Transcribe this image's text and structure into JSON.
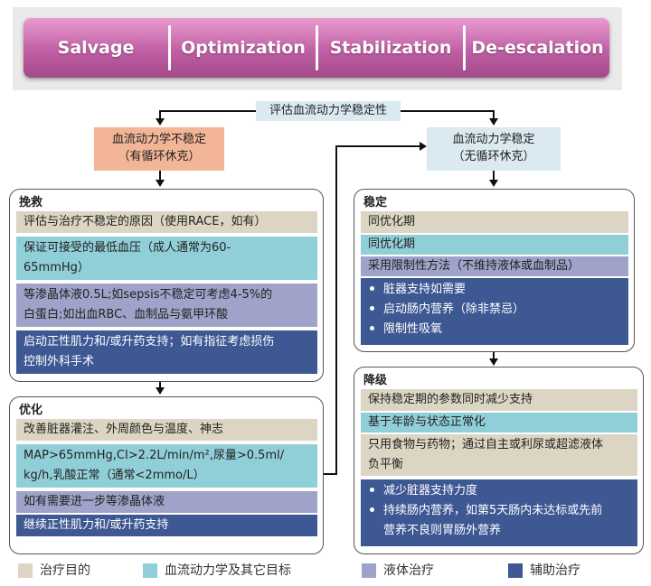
{
  "phases": [
    "Salvage",
    "Optimization",
    "Stabilization",
    "De-escalation"
  ],
  "assess": "评估血流动力学稳定性",
  "unstable": {
    "line1": "血流动力学不稳定",
    "line2": "（有循环休克）"
  },
  "stable": {
    "line1": "血流动力学稳定",
    "line2": "（无循环休克）"
  },
  "salvage": {
    "title": "挽救",
    "goal": "评估与治疗不稳定的原因（使用RACE，如有）",
    "hemo_l1": "保证可接受的最低血压（成人通常为60-",
    "hemo_l2": "65mmHg）",
    "fluid_l1": "等渗晶体液0.5L;如sepsis不稳定可考虑4-5%的",
    "fluid_l2": "白蛋白;如出血RBC、血制品与氨甲环酸",
    "adj_l1": "启动正性肌力和/或升药支持；如有指征考虑损伤",
    "adj_l2": "控制外科手术"
  },
  "optimization": {
    "title": "优化",
    "goal": "改善脏器灌注、外周颜色与温度、神志",
    "hemo_l1": "MAP>65mmHg,CI>2.2L/min/m²,尿量>0.5ml/",
    "hemo_l2": "kg/h,乳酸正常（通常<2mmo/L）",
    "fluid": "如有需要进一步等渗晶体液",
    "adj": "继续正性肌力和/或升药支持"
  },
  "stabilization": {
    "title": "稳定",
    "goal": "同优化期",
    "hemo": "同优化期",
    "fluid": "采用限制性方法（不维持液体或血制品）",
    "bullets": [
      "脏器支持如需要",
      "启动肠内营养（除非禁忌）",
      "限制性吸氧"
    ]
  },
  "deescalation": {
    "title": "降级",
    "goal": "保持稳定期的参数同时减少支持",
    "hemo": "基于年龄与状态正常化",
    "fluid_l1": "只用食物与药物；通过自主或利尿或超滤液体",
    "fluid_l2": "负平衡",
    "bullets": [
      "减少脏器支持力度",
      "持续肠内营养，如第5天肠内未达标或先前"
    ],
    "bullet_cont": "营养不良则胃肠外营养"
  },
  "legend": [
    "治疗目的",
    "血流动力学及其它目标",
    "液体治疗",
    "辅助治疗"
  ],
  "colors": {
    "goal": "#ddd5c3",
    "hemo": "#91cfd8",
    "fluid": "#9fa3c9",
    "adjunct": "#3e5893",
    "unstable": "#f2b596",
    "stable": "#dbe9f1",
    "phase_bar": "#c05fa4"
  }
}
